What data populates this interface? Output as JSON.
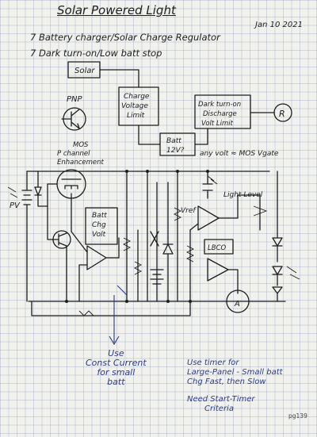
{
  "title": "Solar Powered Light",
  "date": "Jan 10 2021",
  "goals": [
    "Battery charger/Solar Charge Regulator",
    "Dark turn-on/Low batt stop"
  ],
  "blocks": {
    "solar": "Solar",
    "charge_limit": [
      "Charge",
      "Voltage",
      "Limit"
    ],
    "batt": [
      "Batt",
      "12V?"
    ],
    "dark_limit": [
      "Dark turn-on",
      "Discharge",
      "Volt Limit"
    ],
    "lamp": "R",
    "any_volt": "any volt ≈ MOS Vgate"
  },
  "labels": {
    "pnp": "PNP",
    "mos": [
      "MOS",
      "P channel",
      "Enhancement"
    ],
    "pv": "PV",
    "batt_chg": [
      "Batt",
      "Chg",
      "Volt"
    ],
    "vref": "Vref",
    "light_level": "Light Level",
    "lm": "LBCO",
    "switch_a": "A"
  },
  "notes": {
    "use": [
      "Use",
      "Const Current",
      "for small",
      "batt"
    ],
    "timer": [
      "Use timer for",
      "Large-Panel - Small batt",
      "Chg Fast, then Slow",
      "",
      "Need Start-Timer",
      "Criteria"
    ]
  },
  "page_number": "pg139",
  "colors": {
    "ink": "#1d1d1d",
    "blue_ink": "#2b3b8e",
    "grid": "#8a9ab0"
  }
}
